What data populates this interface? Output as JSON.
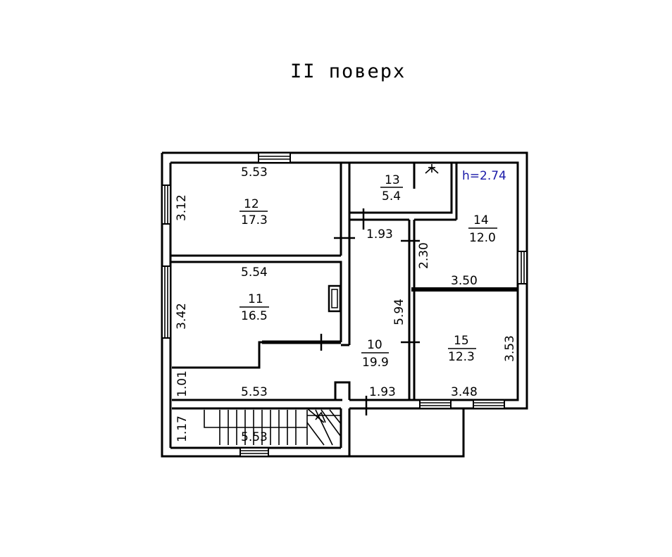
{
  "title": "II поверх",
  "ceiling_height": "h=2.74",
  "rooms": [
    {
      "number": "12",
      "area": "17.3"
    },
    {
      "number": "11",
      "area": "16.5"
    },
    {
      "number": "13",
      "area": "5.4"
    },
    {
      "number": "14",
      "area": "12.0"
    },
    {
      "number": "10",
      "area": "19.9"
    },
    {
      "number": "15",
      "area": "12.3"
    }
  ],
  "dimensions": {
    "d_553_top": "5.53",
    "d_312": "3.12",
    "d_554": "5.54",
    "d_342": "3.42",
    "d_101": "1.01",
    "d_553_mid": "5.53",
    "d_117": "1.17",
    "d_553_stair": "5.53",
    "d_193_top": "1.93",
    "d_230": "2.30",
    "d_350": "3.50",
    "d_594": "5.94",
    "d_353": "3.53",
    "d_193_bottom": "1.93",
    "d_348": "3.48"
  }
}
